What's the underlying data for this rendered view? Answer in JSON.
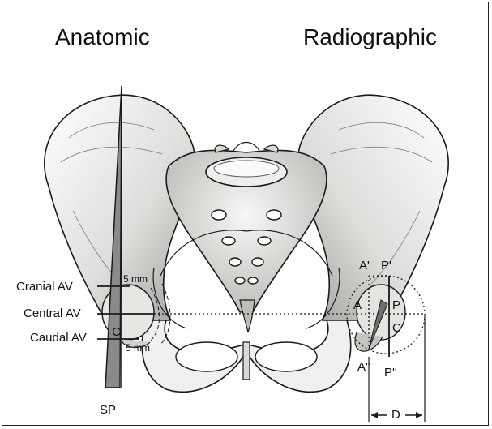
{
  "headings": {
    "anatomic": "Anatomic",
    "radiographic": "Radiographic"
  },
  "labels": {
    "cranial_av": "Cranial AV",
    "central_av": "Central AV",
    "caudal_av": "Caudal AV",
    "sp": "SP",
    "c_prime": "C'",
    "five_mm_top": "5 mm",
    "five_mm_bottom": "5 mm",
    "a_prime": "A'",
    "p_prime": "P'",
    "a": "A",
    "p": "P",
    "c": "C",
    "a_double_prime": "A''",
    "p_double_prime": "P''",
    "d": "D"
  },
  "colors": {
    "ink": "#1a1a1a",
    "bone_fill": "#f4f4f2",
    "bone_shade": "#b9b9b6",
    "plane_fill": "#7a7a7a"
  }
}
